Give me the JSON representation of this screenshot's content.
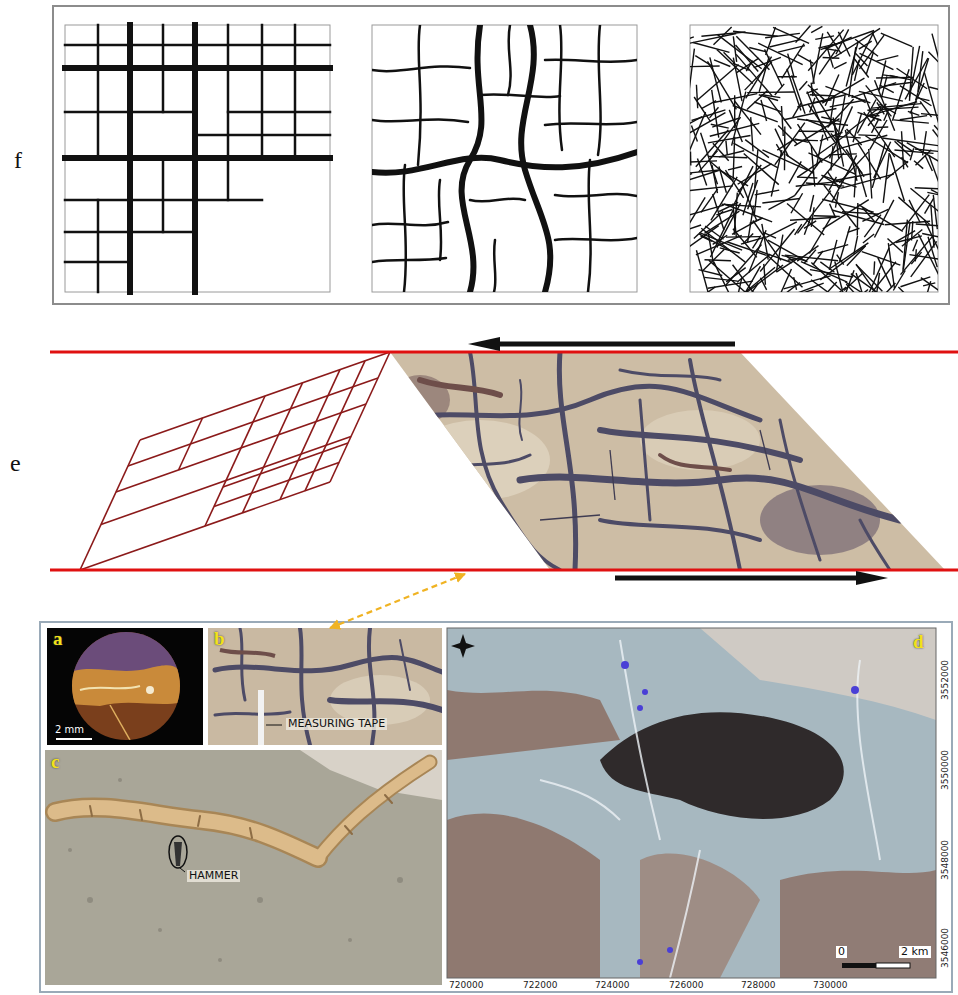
{
  "diagram": {
    "nodes": [
      {
        "text": [
          "f"
        ]
      },
      {
        "text": [
          "e"
        ]
      },
      {
        "text": [
          "a",
          "2 mm"
        ]
      },
      {
        "text": [
          "b",
          "MEASURING TAPE"
        ]
      },
      {
        "text": [
          "c",
          "HAMMER"
        ]
      },
      {
        "text": [
          "d",
          "0",
          "2 km"
        ]
      }
    ],
    "edges": [
      {
        "from": 1,
        "to": 3,
        "arrow": "both"
      }
    ],
    "labels": [
      "720000",
      "722000",
      "724000",
      "726000",
      "728000",
      "730000",
      "3552000",
      "3550000",
      "3548000",
      "3546000"
    ]
  }
}
